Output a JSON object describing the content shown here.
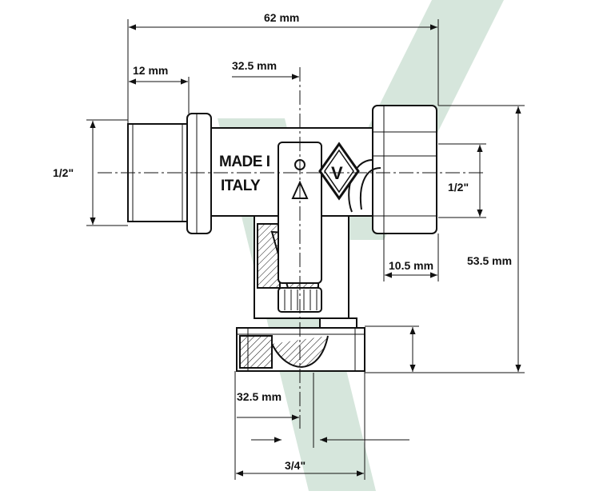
{
  "drawing": {
    "stamp_line_1": "MADE I",
    "stamp_line_2": "ITALY",
    "logo_letter": "V",
    "watermark_color": "#d6e6dc",
    "line_color": "#111111"
  },
  "dimensions": {
    "overall_width": "62 mm",
    "inlet_thread_length": "12 mm",
    "top_axis_offset": "32.5 mm",
    "inlet_thread": "1/2\"",
    "outlet_thread": "1/2\"",
    "outlet_nut_length": "10.5 mm",
    "overall_height": "53.5 mm",
    "bottom_axis_offset": "32.5 mm",
    "bottom_thread": "3/4\""
  }
}
